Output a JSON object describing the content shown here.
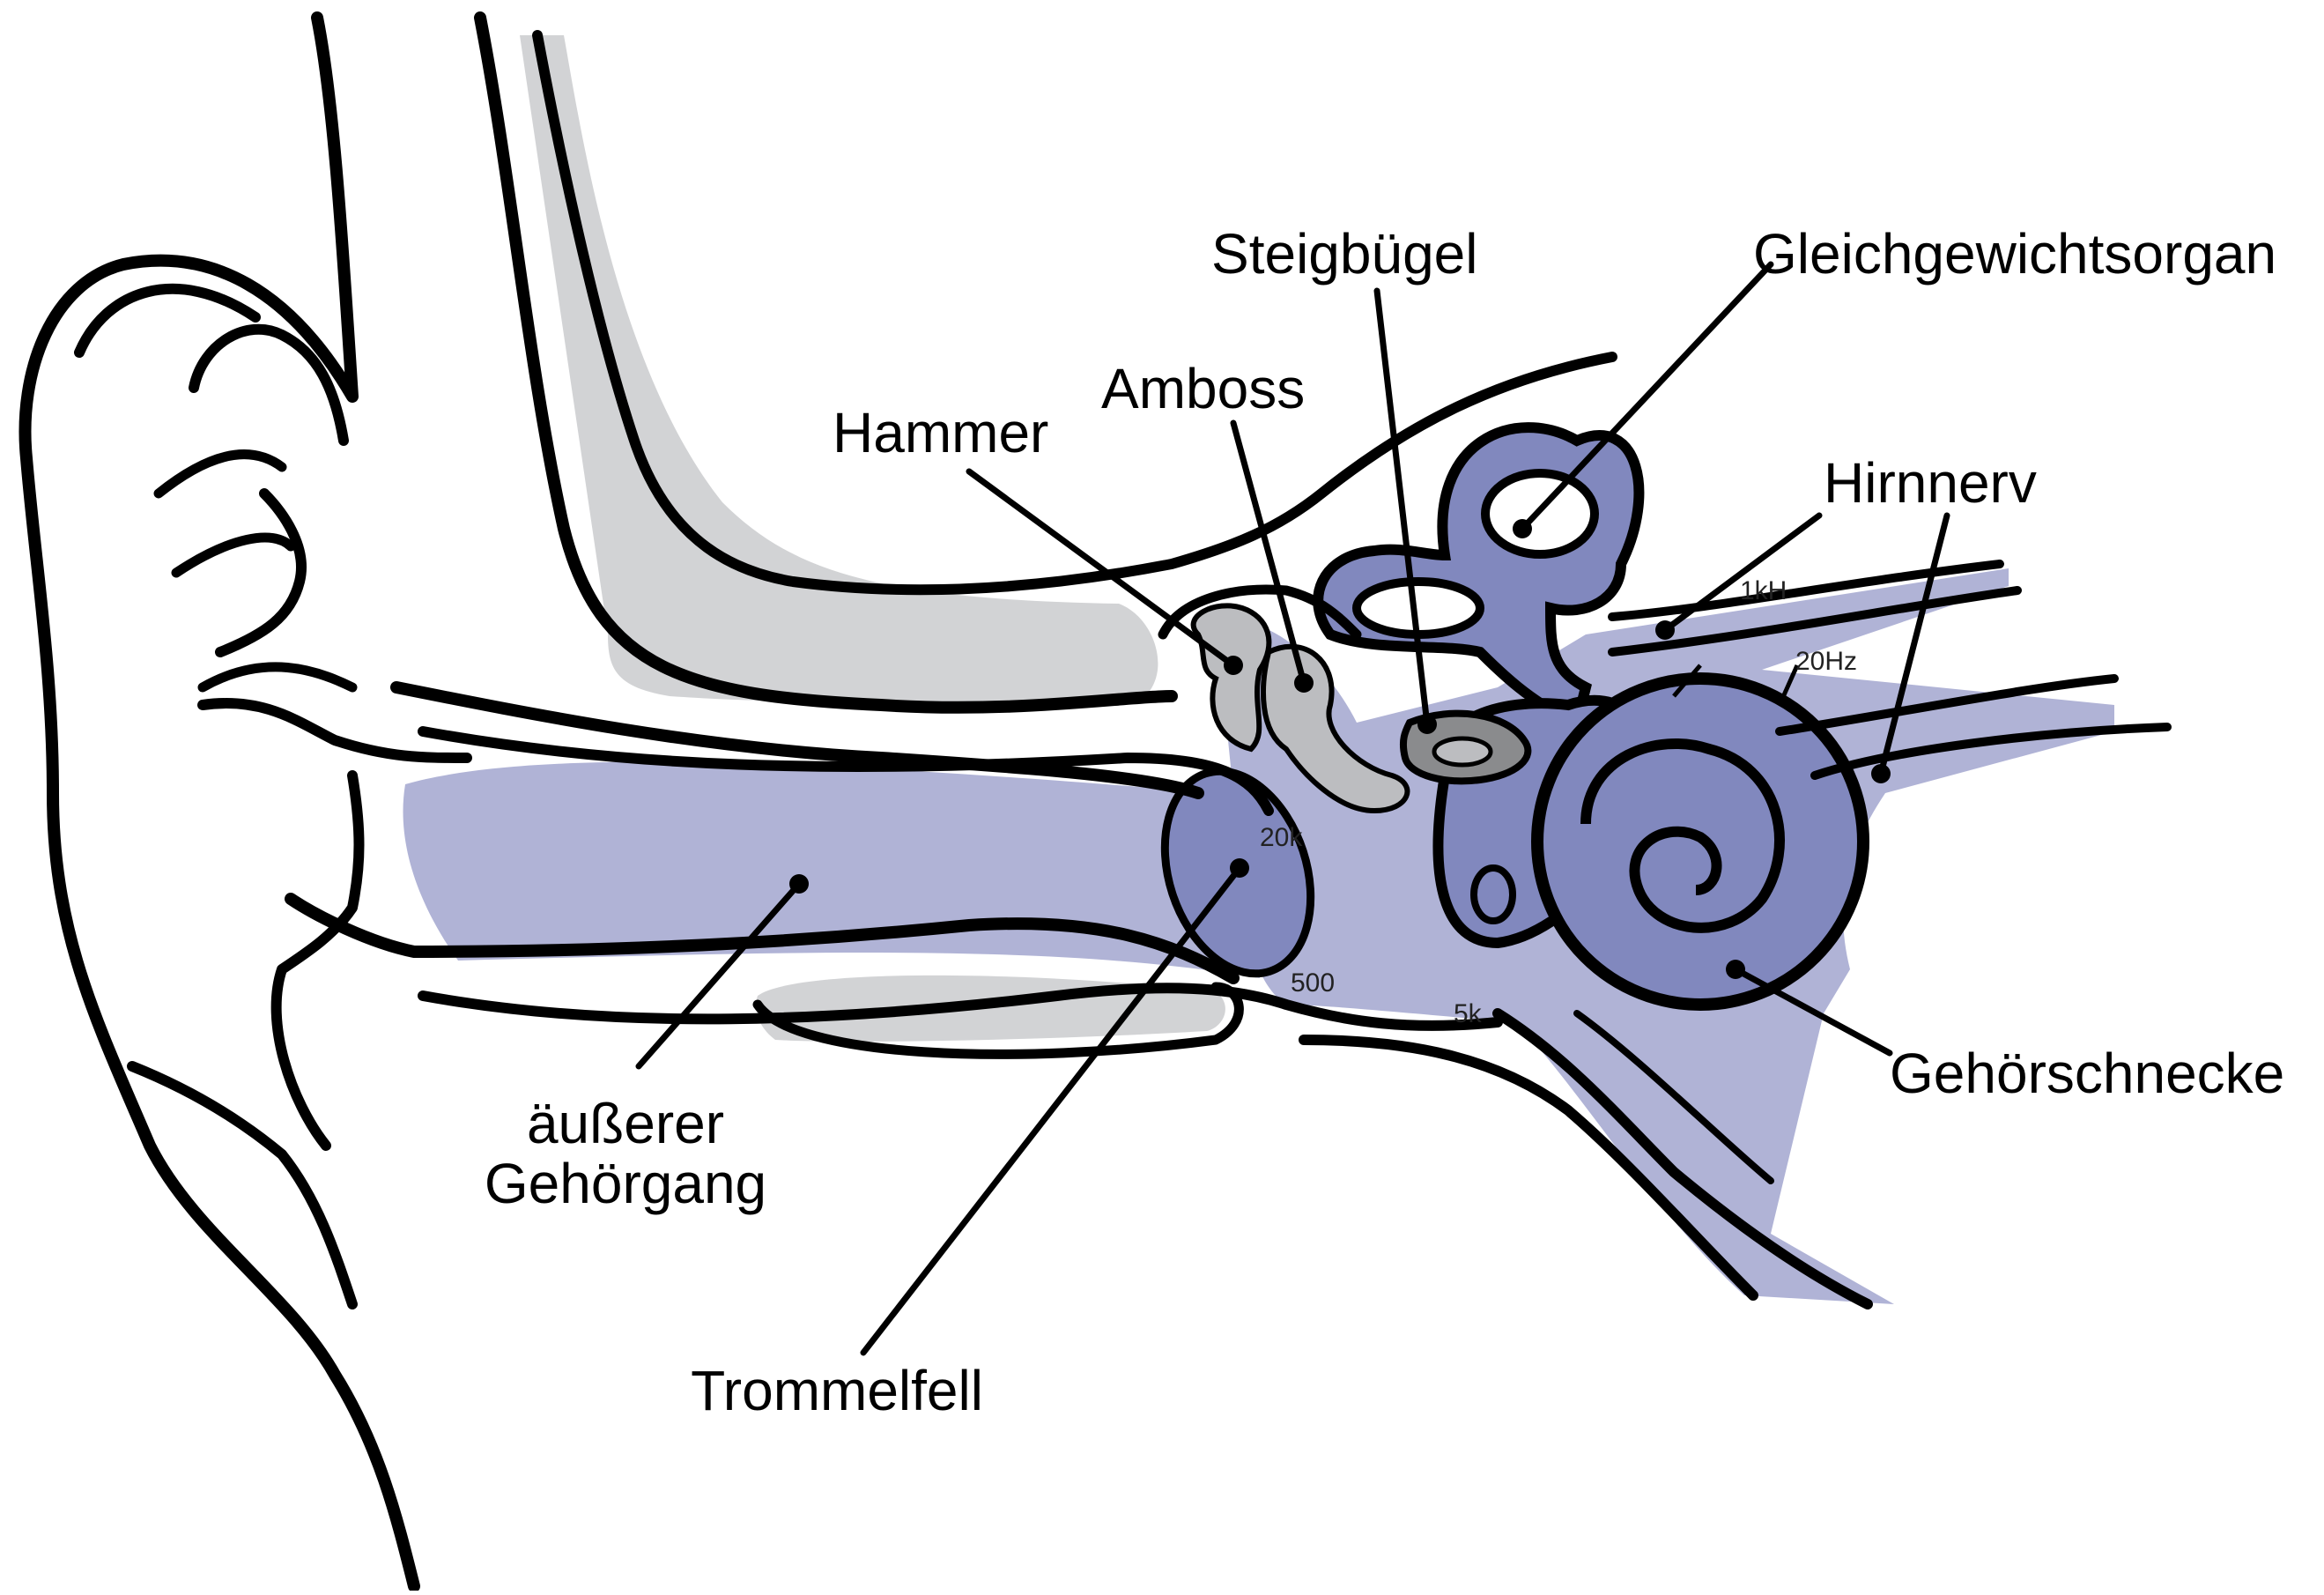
{
  "labels": {
    "steigbuegel": "Steigbügel",
    "gleichgewichtsorgan": "Gleichgewichtsorgan",
    "amboss": "Amboss",
    "hammer": "Hammer",
    "hirnnerv": "Hirnnerv",
    "gehoerschnecke": "Gehörschnecke",
    "aeusserer_line1": "äußerer",
    "aeusserer_line2": "Gehörgang",
    "trommelfell": "Trommelfell"
  },
  "frequency_marks": {
    "f_20hz": "20Hz",
    "f_1khz": "1kH",
    "f_20k": "20k",
    "f_500": "500",
    "f_5k": "5k"
  },
  "colors": {
    "outline": "#000000",
    "fluid": "#b0b3d6",
    "organ": "#8188be",
    "bone": "#d2d3d5",
    "ossicle": "#bcbdc0",
    "stapes": "#8a8b8d"
  }
}
